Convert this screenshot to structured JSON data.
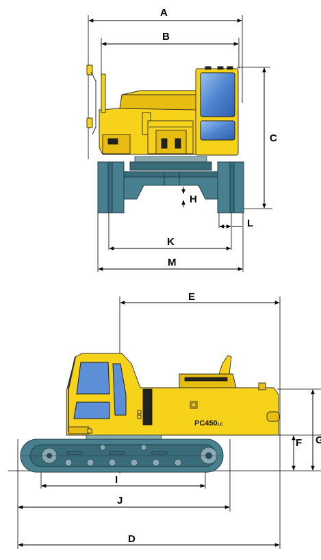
{
  "dimension_labels": {
    "A": "A",
    "B": "B",
    "C": "C",
    "D": "D",
    "E": "E",
    "F": "F",
    "G": "G",
    "H": "H",
    "I": "I",
    "J": "J",
    "K": "K",
    "L": "L",
    "M": "M"
  },
  "machine": {
    "model": "PC450",
    "model_suffix": "LC"
  },
  "colors": {
    "body_yellow": "#f6d21a",
    "track_teal": "#49808f",
    "glass_blue": "#5c8fd6"
  }
}
